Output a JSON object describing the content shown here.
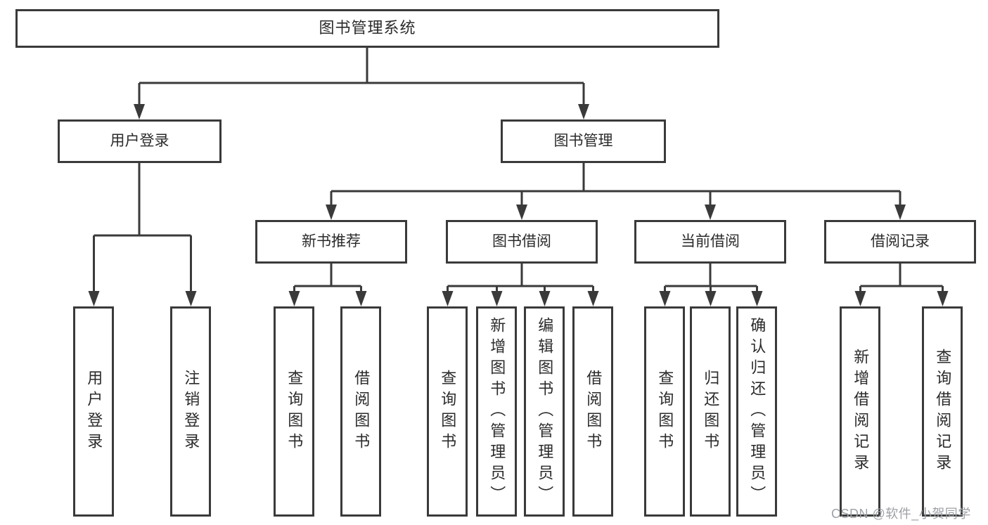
{
  "tree": {
    "label": "图书管理系统",
    "children": [
      {
        "label": "用户登录",
        "children": [
          {
            "label": "用户登录"
          },
          {
            "label": "注销登录"
          }
        ]
      },
      {
        "label": "图书管理",
        "children": [
          {
            "label": "新书推荐",
            "children": [
              {
                "label": "查询图书"
              },
              {
                "label": "借阅图书"
              }
            ]
          },
          {
            "label": "图书借阅",
            "children": [
              {
                "label": "查询图书"
              },
              {
                "label": "新增图书（管理员）"
              },
              {
                "label": "编辑图书（管理员）"
              },
              {
                "label": "借阅图书"
              }
            ]
          },
          {
            "label": "当前借阅",
            "children": [
              {
                "label": "查询图书"
              },
              {
                "label": "归还图书"
              },
              {
                "label": "确认归还（管理员）"
              }
            ]
          },
          {
            "label": "借阅记录",
            "children": [
              {
                "label": "新增借阅记录"
              },
              {
                "label": "查询借阅记录"
              }
            ]
          }
        ]
      }
    ]
  },
  "watermark": "CSDN @软件_小贺同学",
  "colors": {
    "stroke": "#3a3a3a",
    "node_background": "#ffffff",
    "text": "#2b2b2b",
    "watermark": "#9da1a6"
  }
}
